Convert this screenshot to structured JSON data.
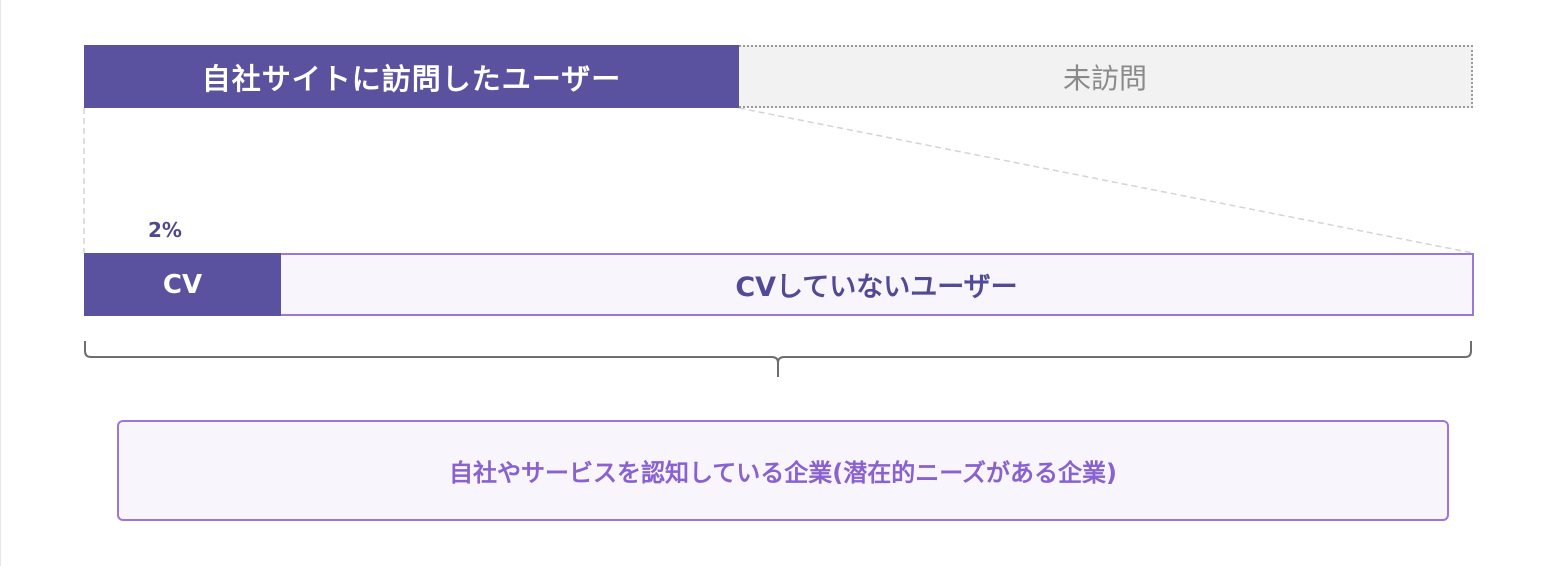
{
  "funnel": {
    "visited_label": "自社サイトに訪問したユーザー",
    "unvisited_label": "未訪問",
    "cv_percentage": "2%",
    "cv_label": "CV",
    "non_cv_label": "CVしていないユーザー",
    "summary_label": "自社やサービスを認知している企業(潜在的ニーズがある企業)"
  },
  "colors": {
    "primary_purple": "#5a529e",
    "accent_purple": "#9b78d8",
    "summary_text": "#8a62cf",
    "unvisited_fill": "#f2f2f2"
  }
}
